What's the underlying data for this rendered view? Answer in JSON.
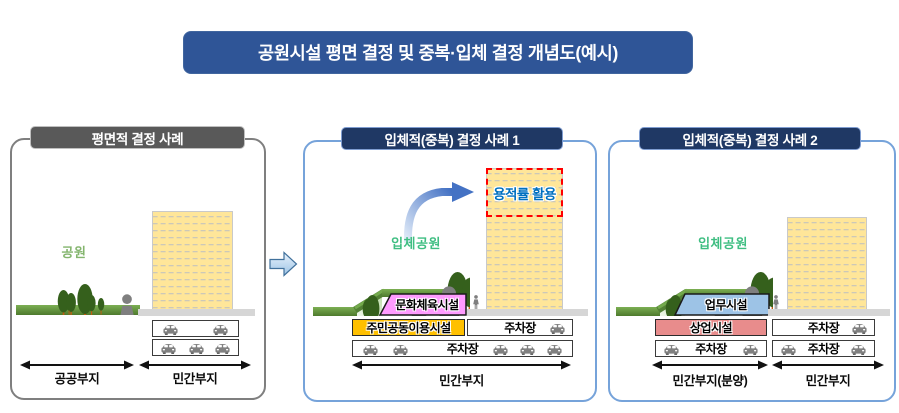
{
  "title": "공원시설 평면 결정 및 중복·입체 결정 개념도(예시)",
  "colors": {
    "title_bg": "#2F5597",
    "panel1_header_bg": "#595959",
    "panel23_header_bg": "#1F3864",
    "panel1_border": "#7F7F7F",
    "panel23_border": "#76A3DA",
    "building": "#FFE699",
    "building_line": "#CCC8B8",
    "culture_sports": "#FF9BFF",
    "community": "#FFC000",
    "office": "#9DC3E6",
    "commercial": "#E88C8C",
    "park_text": "#84B56E",
    "park3d_text": "#3FBE82",
    "far_text": "#0070C0",
    "far_border": "#FF0000",
    "arrow_blue": "#4472C4"
  },
  "icons": {
    "car": "car-front-icon",
    "tree": "tree-icon",
    "person": "person-icon",
    "block_arrow": "block-arrow-right-icon",
    "curved_arrow": "curved-arrow-icon"
  },
  "panels": [
    {
      "header": "평면적 결정 사례",
      "park_label": "공원",
      "sites": [
        "공공부지",
        "민간부지"
      ]
    },
    {
      "header": "입체적(중복) 결정 사례 1",
      "park_label": "입체공원",
      "floor_label": "용적률 활용",
      "facility_upper": "문화체육시설",
      "facility_lower": "주민공동이용시설",
      "parking_mid": "주차장",
      "parking_basement": "주차장",
      "site": "민간부지"
    },
    {
      "header": "입체적(중복) 결정 사례 2",
      "park_label": "입체공원",
      "facility_upper": "업무시설",
      "facility_mid": "상업시설",
      "parking_mid_right": "주차장",
      "parking_low_left": "주차장",
      "parking_low_right": "주차장",
      "sites": [
        "민간부지(분양)",
        "민간부지"
      ]
    }
  ]
}
